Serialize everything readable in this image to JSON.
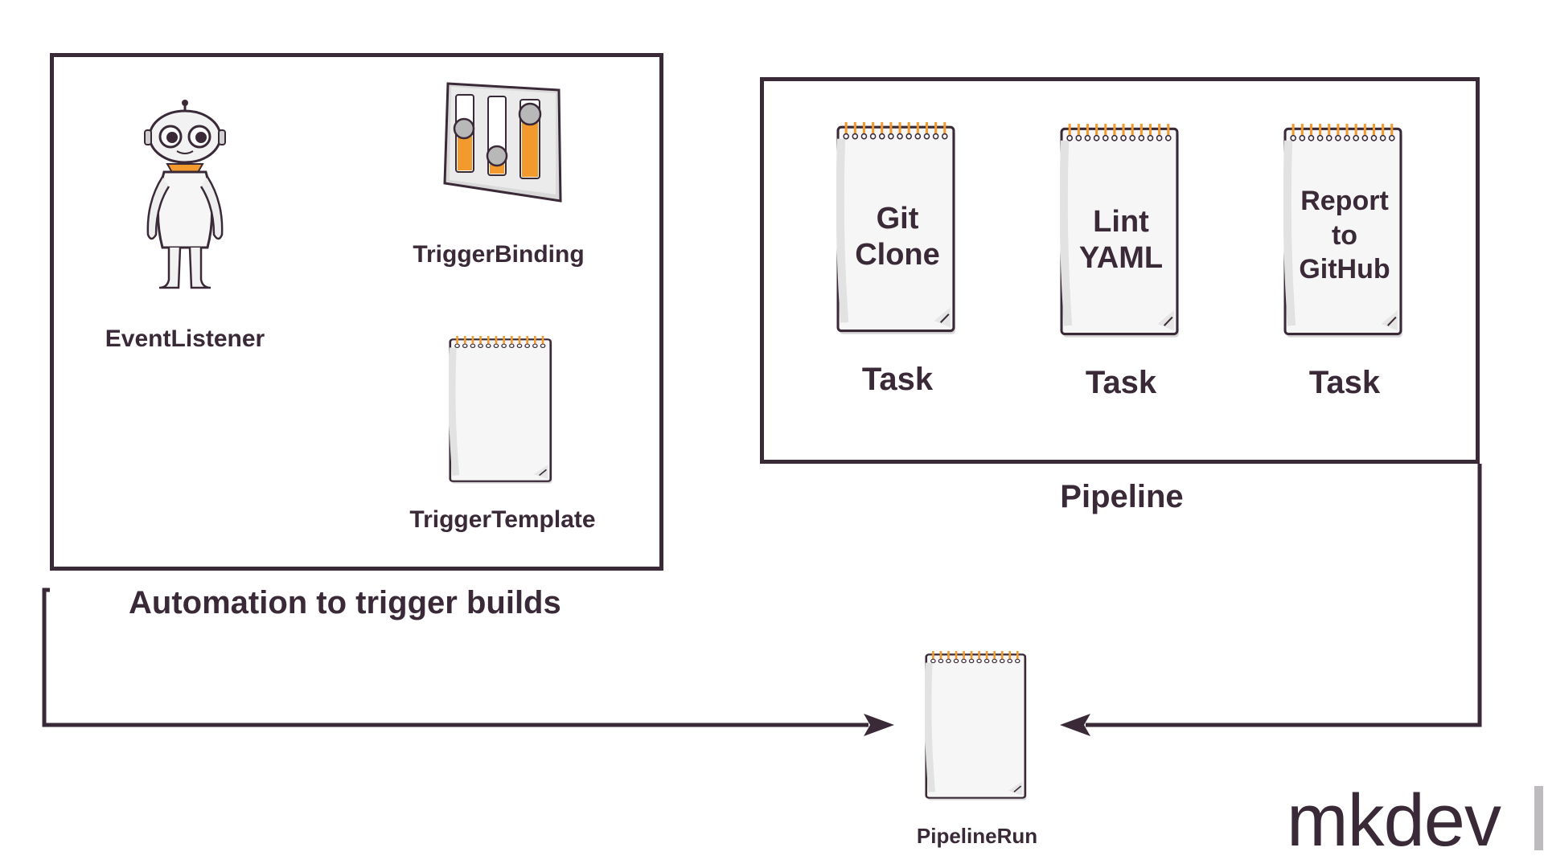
{
  "triggers_group": {
    "caption": "Automation to trigger builds",
    "event_listener": {
      "label": "EventListener",
      "icon": "robot-icon"
    },
    "trigger_binding": {
      "label": "TriggerBinding",
      "icon": "sliders-panel-icon"
    },
    "trigger_template": {
      "label": "TriggerTemplate",
      "icon": "notepad-icon"
    }
  },
  "pipeline_group": {
    "caption": "Pipeline",
    "tasks": [
      {
        "note_lines": [
          "Git",
          "Clone"
        ],
        "label": "Task"
      },
      {
        "note_lines": [
          "Lint",
          "YAML"
        ],
        "label": "Task"
      },
      {
        "note_lines": [
          "Report",
          "to",
          "GitHub"
        ],
        "label": "Task"
      }
    ]
  },
  "pipeline_run": {
    "label": "PipelineRun",
    "icon": "notepad-icon"
  },
  "brand": {
    "name": "mkdev"
  },
  "colors": {
    "ink": "#3a2a38",
    "accent": "#f39a2e",
    "paper": "#f4f4f4",
    "logo_block": "#bdbbbd"
  }
}
